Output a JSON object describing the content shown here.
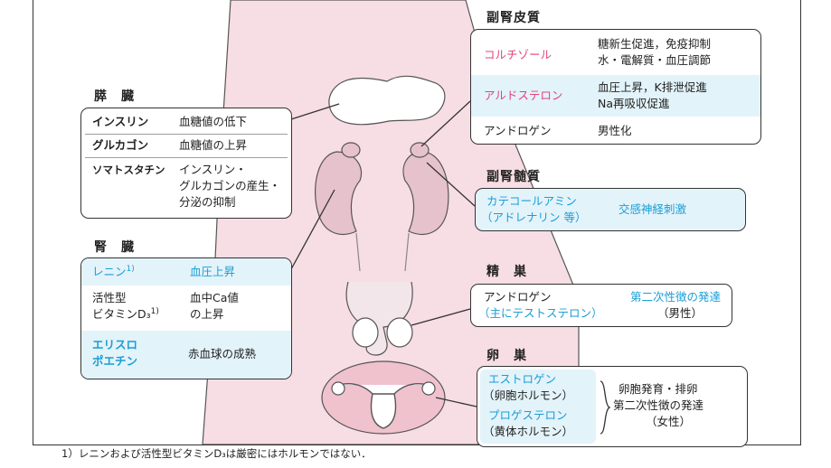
{
  "headings": {
    "pancreas": "膵　臓",
    "kidney": "腎　臓",
    "adrenal_cortex": "副腎皮質",
    "adrenal_medulla": "副腎髄質",
    "testis": "精　巣",
    "ovary": "卵　巣"
  },
  "pancreas": [
    {
      "hormone": "インスリン",
      "effect": "血糖値の低下"
    },
    {
      "hormone": "グルカゴン",
      "effect": "血糖値の上昇"
    },
    {
      "hormone": "ソマトスタチン",
      "effect_lines": [
        "インスリン・",
        "グルカゴンの産生・",
        "分泌の抑制"
      ]
    }
  ],
  "kidney": {
    "renin": {
      "hormone": "レニン",
      "sup": "1)",
      "effect": "血圧上昇"
    },
    "vitd": {
      "hormone_lines": [
        "活性型",
        "ビタミンD₃"
      ],
      "sup": "1)",
      "effect_lines": [
        "血中Ca値",
        "の上昇"
      ]
    },
    "epo": {
      "hormone_lines": [
        "エリスロ",
        "ポエチン"
      ],
      "effect": "赤血球の成熟"
    }
  },
  "adrenal_cortex": [
    {
      "hormone": "コルチゾール",
      "effect_lines": [
        "糖新生促進，免疫抑制",
        "水・電解質・血圧調節"
      ]
    },
    {
      "hormone": "アルドステロン",
      "effect_lines": [
        "血圧上昇，K排泄促進",
        "Na再吸収促進"
      ]
    },
    {
      "hormone": "アンドロゲン",
      "effect": "男性化"
    }
  ],
  "adrenal_medulla": {
    "hormone_lines": [
      "カテコールアミン",
      "（アドレナリン 等）"
    ],
    "effect": "交感神経刺激"
  },
  "testis": {
    "hormone_lines": [
      "アンドロゲン",
      "（主にテストステロン）"
    ],
    "effect_lines": [
      "第二次性徴の発達",
      "（男性）"
    ]
  },
  "ovary": {
    "estrogen_lines": [
      "エストロゲン",
      "（卵胞ホルモン）"
    ],
    "progesterone_lines": [
      "プロゲステロン",
      "（黄体ホルモン）"
    ],
    "effect_lines": [
      "卵胞発育・排卵",
      "第二次性徴の発達",
      "（女性）"
    ]
  },
  "footnote": "1）レニンおよび活性型ビタミンD₃は厳密にはホルモンではない．",
  "colors": {
    "body": "#f7dde4",
    "organ": "#e6c2cc",
    "outline": "#555555",
    "hormone_pink": "#e2447a",
    "hormone_cyan": "#1a9ed6",
    "box_blue": "#e3f3fa"
  }
}
